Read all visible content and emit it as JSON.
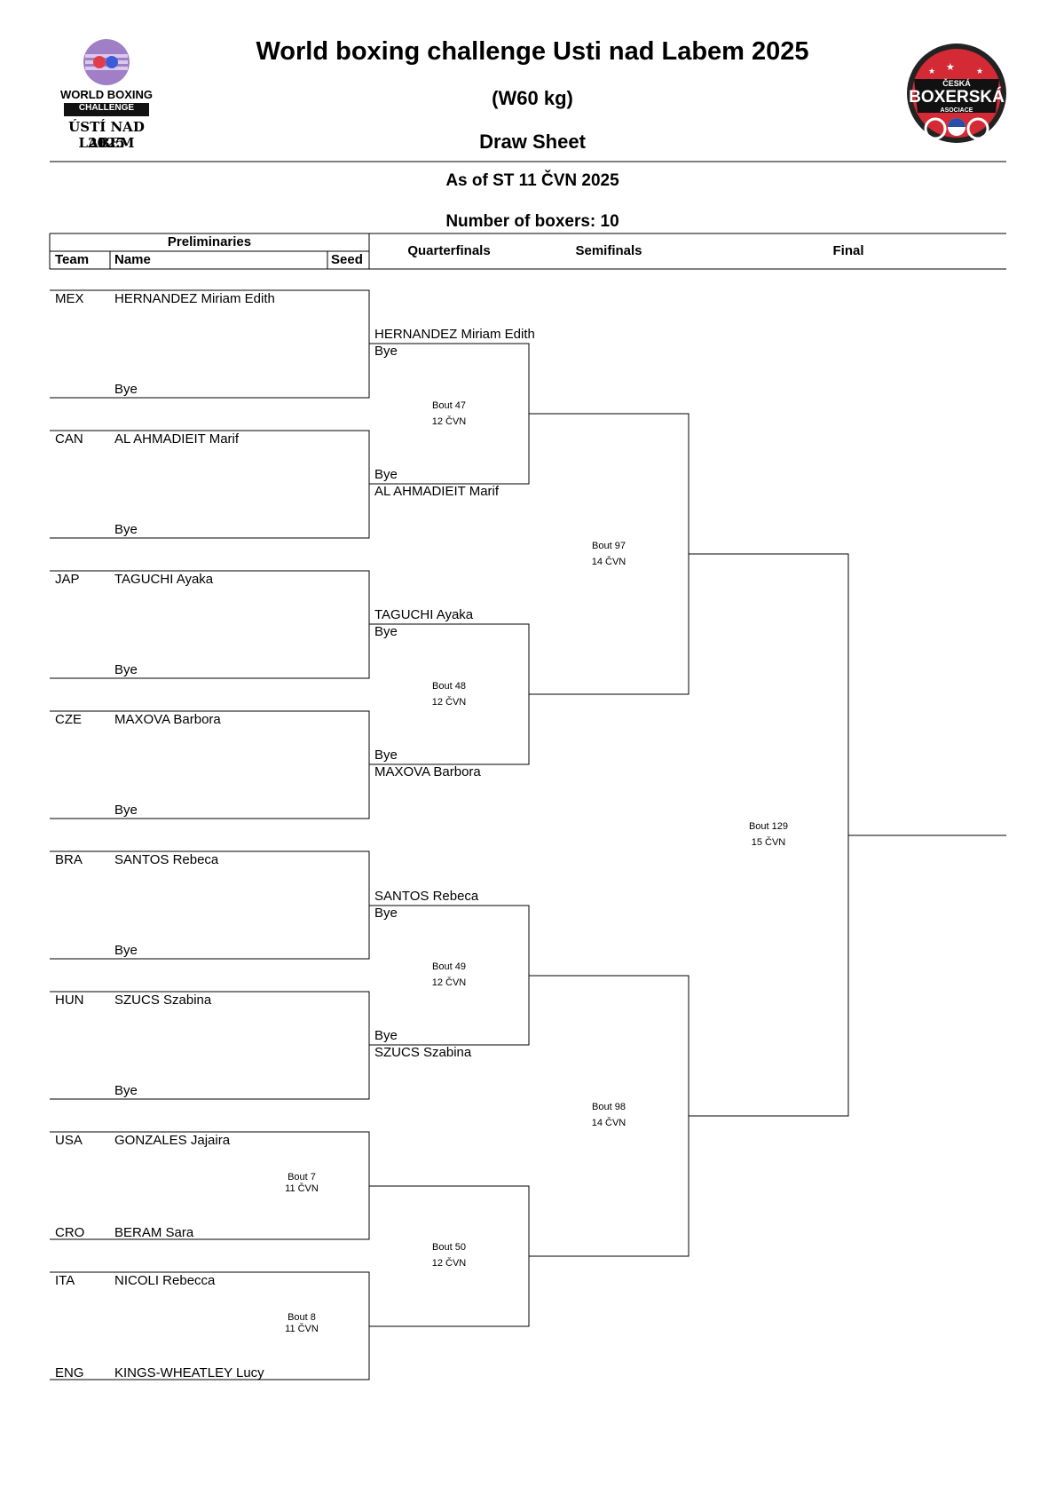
{
  "header": {
    "title": "World boxing challenge Usti nad Labem 2025",
    "weight_class": "(W60 kg)",
    "doc_type": "Draw Sheet",
    "as_of": "As of ST 11 ČVN 2025",
    "boxer_count": "Number of boxers: 10"
  },
  "logos": {
    "left": {
      "line1": "WORLD BOXING",
      "line2": "CHALLENGE",
      "line3": "ÚSTÍ NAD LABEM",
      "line4": "2025"
    },
    "right": {
      "line1": "ČESKÁ",
      "line2": "BOXERSKÁ",
      "line3": "ASOCIACE"
    }
  },
  "columns": {
    "preliminaries": "Preliminaries",
    "team": "Team",
    "name": "Name",
    "seed": "Seed",
    "quarterfinals": "Quarterfinals",
    "semifinals": "Semifinals",
    "final": "Final"
  },
  "entries": [
    {
      "team": "MEX",
      "name": "HERNANDEZ Miriam Edith"
    },
    {
      "team": "",
      "name": "Bye"
    },
    {
      "team": "CAN",
      "name": "AL AHMADIEIT Marif"
    },
    {
      "team": "",
      "name": "Bye"
    },
    {
      "team": "JAP",
      "name": "TAGUCHI Ayaka"
    },
    {
      "team": "",
      "name": "Bye"
    },
    {
      "team": "CZE",
      "name": "MAXOVA Barbora"
    },
    {
      "team": "",
      "name": "Bye"
    },
    {
      "team": "BRA",
      "name": "SANTOS Rebeca"
    },
    {
      "team": "",
      "name": "Bye"
    },
    {
      "team": "HUN",
      "name": "SZUCS Szabina"
    },
    {
      "team": "",
      "name": "Bye"
    },
    {
      "team": "USA",
      "name": "GONZALES Jajaira"
    },
    {
      "team": "CRO",
      "name": "BERAM Sara"
    },
    {
      "team": "ITA",
      "name": "NICOLI Rebecca"
    },
    {
      "team": "ENG",
      "name": "KINGS-WHEATLEY Lucy"
    }
  ],
  "prelim_bouts": [
    {
      "bout": "Bout 7",
      "date": "11 ČVN"
    },
    {
      "bout": "Bout 8",
      "date": "11 ČVN"
    }
  ],
  "quarterfinals": [
    {
      "top": "HERNANDEZ Miriam Edith",
      "top_sub": "Bye",
      "bottom_sub": "Bye",
      "bottom": "AL AHMADIEIT Marif",
      "bout": "Bout 47",
      "date": "12 ČVN"
    },
    {
      "top": "TAGUCHI Ayaka",
      "top_sub": "Bye",
      "bottom_sub": "Bye",
      "bottom": "MAXOVA Barbora",
      "bout": "Bout 48",
      "date": "12 ČVN"
    },
    {
      "top": "SANTOS Rebeca",
      "top_sub": "Bye",
      "bottom_sub": "Bye",
      "bottom": "SZUCS Szabina",
      "bout": "Bout 49",
      "date": "12 ČVN"
    },
    {
      "bout": "Bout 50",
      "date": "12 ČVN"
    }
  ],
  "semifinals": [
    {
      "bout": "Bout 97",
      "date": "14 ČVN"
    },
    {
      "bout": "Bout 98",
      "date": "14 ČVN"
    }
  ],
  "final": {
    "bout": "Bout 129",
    "date": "15 ČVN"
  }
}
